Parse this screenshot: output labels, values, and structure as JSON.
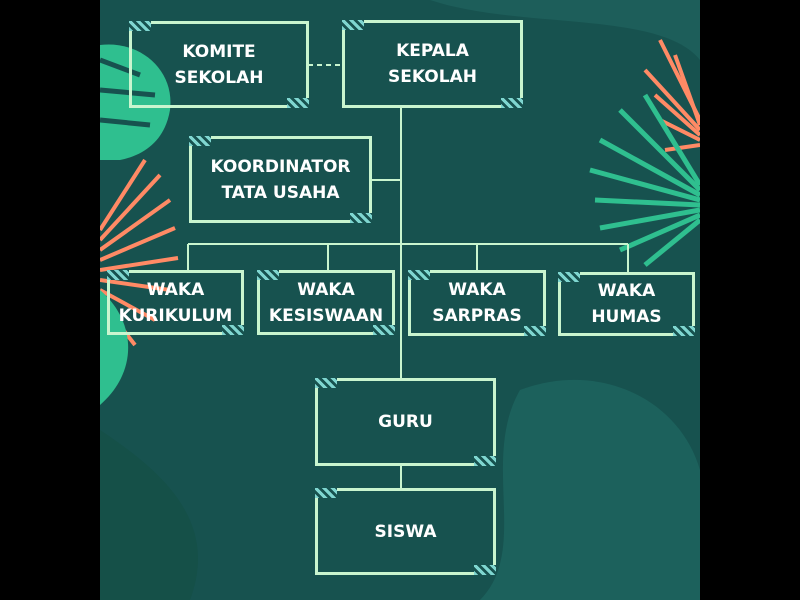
{
  "colors": {
    "background": "#17524f",
    "box_border": "#c9f5cf",
    "text": "#ffffff",
    "leaf_green": "#2fbf8f",
    "leaf_orange": "#ff8a65"
  },
  "nodes": {
    "komite": "KOMITE\nSEKOLAH",
    "kepala": "KEPALA\nSEKOLAH",
    "koordinator": "KOORDINATOR\nTATA USAHA",
    "waka_kurikulum": "WAKA\nKURIKULUM",
    "waka_kesiswaan": "WAKA\nKESISWAAN",
    "waka_sarpras": "WAKA\nSARPRAS",
    "waka_humas": "WAKA\nHUMAS",
    "guru": "GURU",
    "siswa": "SISWA"
  }
}
